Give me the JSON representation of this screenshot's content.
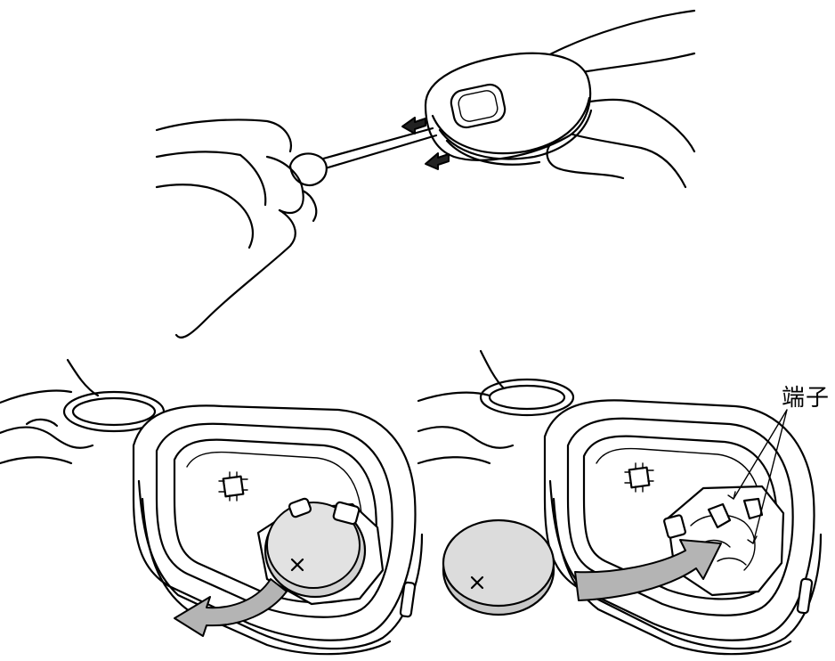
{
  "labels": {
    "terminal": "端子"
  },
  "colors": {
    "line": "#000000",
    "arrow_fill": "#b4b4b4",
    "battery_fill": "#d2d2d2",
    "background": "#ffffff"
  },
  "icons": [
    "screwdriver",
    "hand",
    "key-fob",
    "coin-battery",
    "rotation-arrow",
    "pry-arrow",
    "circuit-chip"
  ]
}
